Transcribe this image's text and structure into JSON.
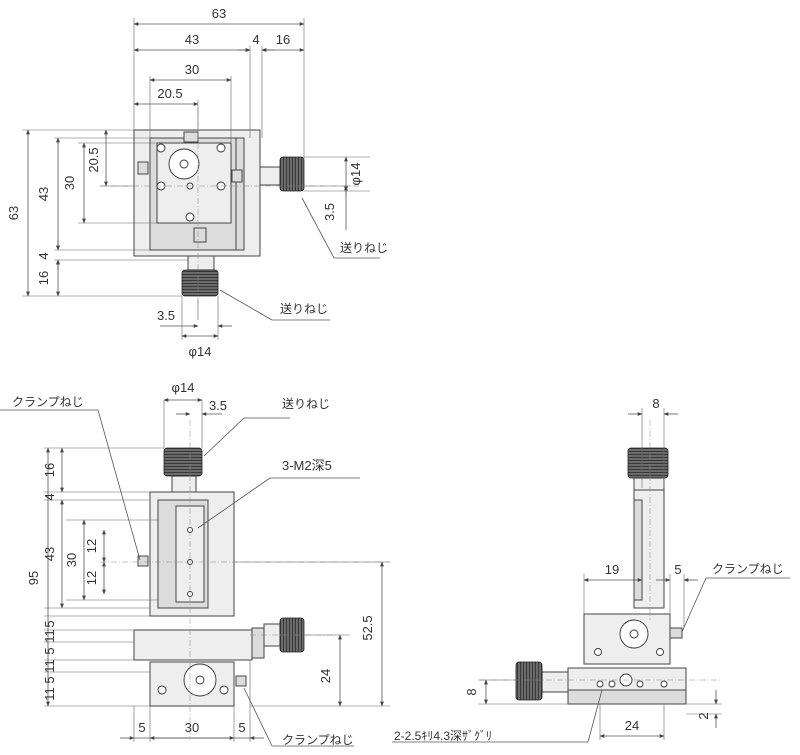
{
  "top_view": {
    "dims_horizontal": [
      "63",
      "43",
      "4",
      "16",
      "30",
      "20.5"
    ],
    "dims_vertical": [
      "63",
      "43",
      "30",
      "20.5",
      "4",
      "16"
    ],
    "knob_right": {
      "dia": "φ14",
      "offset": "3.5",
      "label": "送りねじ"
    },
    "knob_bottom": {
      "dia": "φ14",
      "offset": "3.5",
      "label": "送りねじ"
    }
  },
  "front_view": {
    "dia": "φ14",
    "offset": "3.5",
    "feed_label": "送りねじ",
    "clamp_label_top": "クランプねじ",
    "tap_label": "3-M2深5",
    "dims_left": [
      "95",
      "16",
      "4",
      "43",
      "30",
      "12",
      "12",
      "5",
      "11",
      "5",
      "11",
      "5",
      "11"
    ],
    "dims_right": [
      "52.5",
      "24"
    ],
    "dims_bottom": [
      "5",
      "30",
      "5"
    ],
    "clamp_label_bottom": "クランプねじ"
  },
  "side_view": {
    "dims": [
      "8",
      "19",
      "5",
      "8",
      "24",
      "2"
    ],
    "clamp_label": "クランプねじ",
    "counterbore_label": "2-2.5ｷﾘ4.3深ｻﾞｸﾞﾘ"
  }
}
